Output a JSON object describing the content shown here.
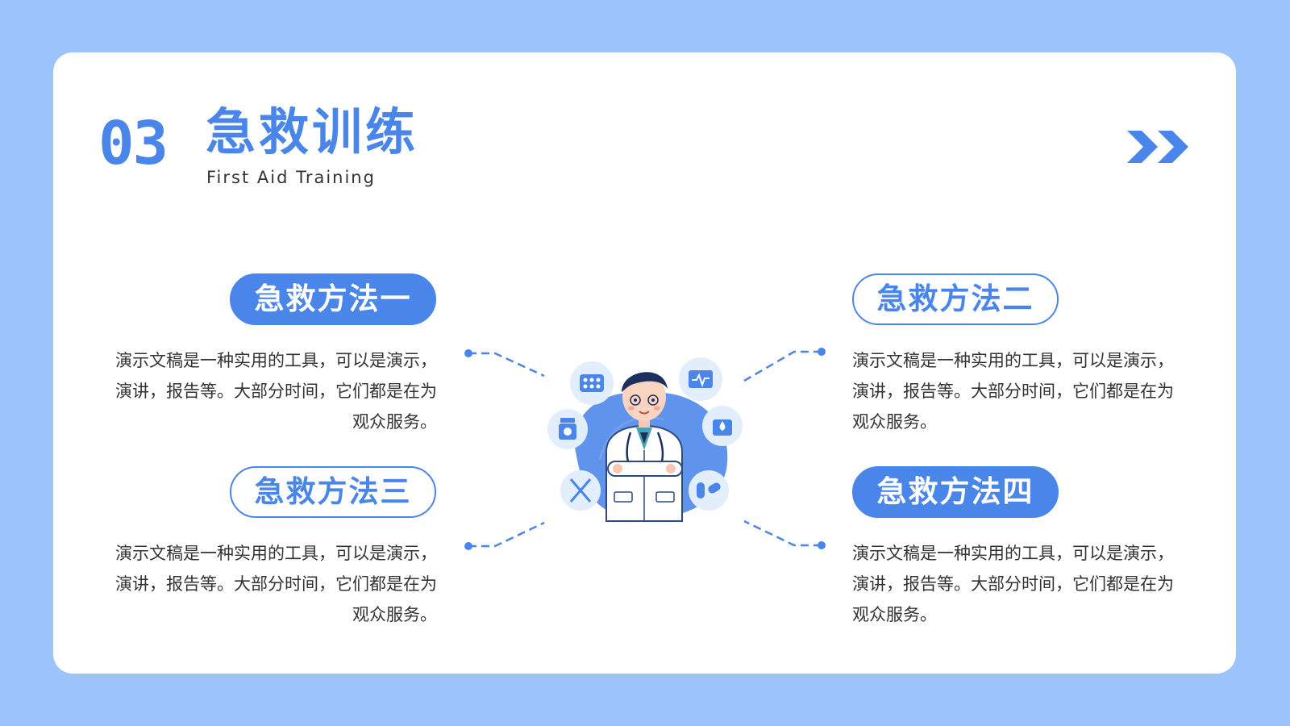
{
  "header": {
    "section_number": "03",
    "title": "急救训练",
    "subtitle": "First Aid Training"
  },
  "colors": {
    "background": "#9cc3fa",
    "card": "#ffffff",
    "accent": "#4a86ea",
    "text": "#333333"
  },
  "icons": [
    "double-chevron-right-icon",
    "pill-box-icon",
    "heart-monitor-icon",
    "medicine-bottle-icon",
    "blood-drop-icon",
    "dna-icon",
    "capsule-icon",
    "doctor-illustration"
  ],
  "methods": [
    {
      "label": "急救方法一",
      "desc": "演示文稿是一种实用的工具，可以是演示，演讲，报告等。大部分时间，它们都是在为观众服务。"
    },
    {
      "label": "急救方法二",
      "desc": "演示文稿是一种实用的工具，可以是演示，演讲，报告等。大部分时间，它们都是在为观众服务。"
    },
    {
      "label": "急救方法三",
      "desc": "演示文稿是一种实用的工具，可以是演示，演讲，报告等。大部分时间，它们都是在为观众服务。"
    },
    {
      "label": "急救方法四",
      "desc": "演示文稿是一种实用的工具，可以是演示，演讲，报告等。大部分时间，它们都是在为观众服务。"
    }
  ]
}
